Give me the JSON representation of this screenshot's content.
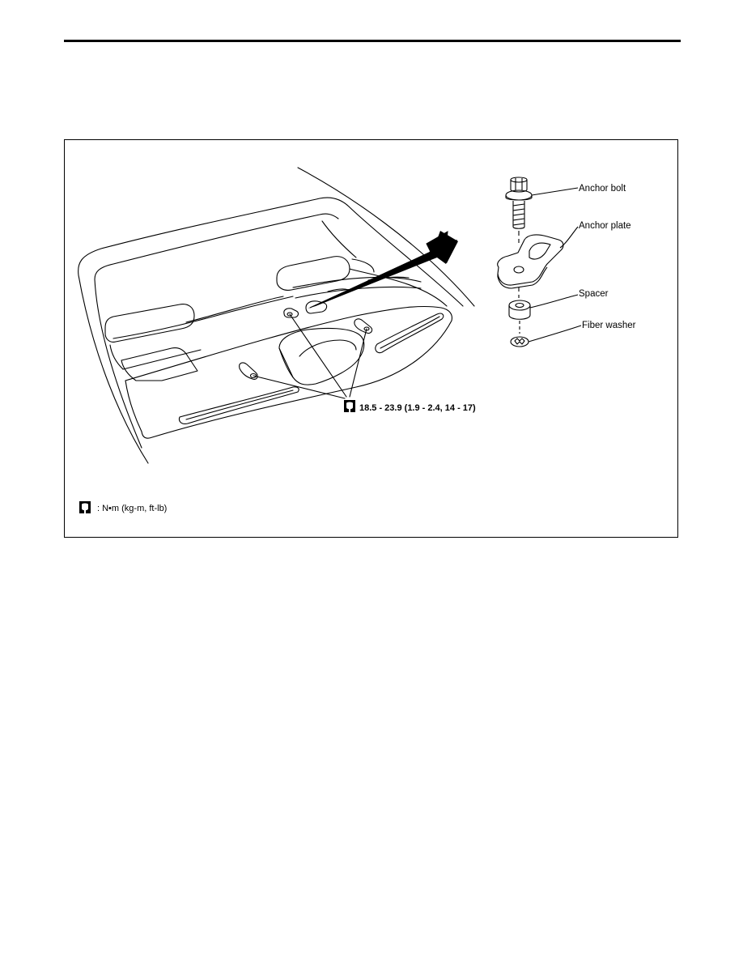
{
  "parts": {
    "anchor_bolt": "Anchor bolt",
    "anchor_plate": "Anchor plate",
    "spacer": "Spacer",
    "fiber_washer": "Fiber washer"
  },
  "torque_spec": "18.5 - 23.9 (1.9 - 2.4, 14 - 17)",
  "legend": {
    "text": ": N•m  (kg-m,  ft-lb)",
    "icon": "torque-wrench-icon"
  }
}
